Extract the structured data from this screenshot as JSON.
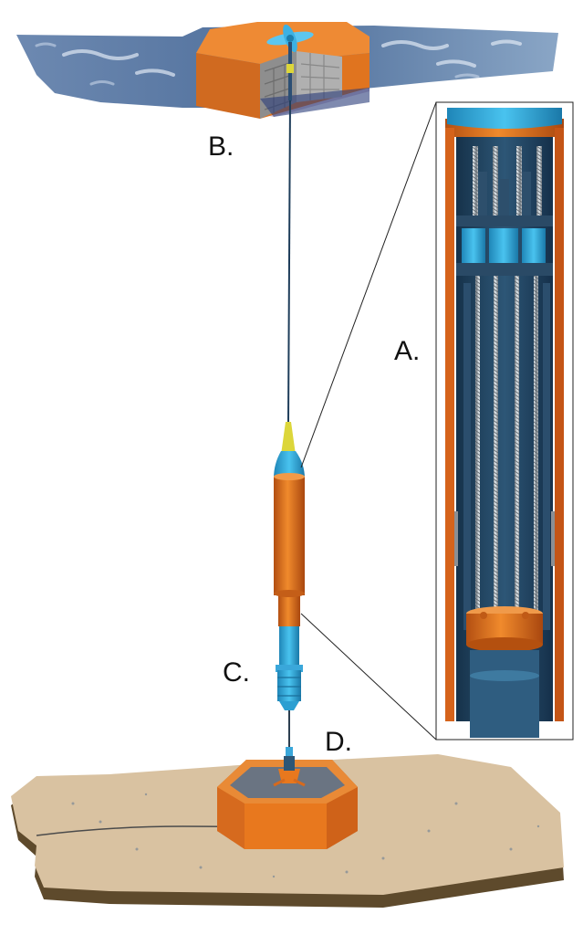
{
  "labels": {
    "a": "A.",
    "b": "B.",
    "c": "C.",
    "d": "D."
  },
  "colors": {
    "orange": "#e8781e",
    "orange_dark": "#b8561a",
    "light_blue": "#2fb1e2",
    "navy": "#20405a",
    "water": "#5f7fa8",
    "sand": "#d9c2a1",
    "soil": "#6b5535",
    "tether": "#1e3d5a",
    "yellow": "#dcd63a"
  },
  "icons": {
    "buoy": "surface-buoy-icon",
    "turbine": "turbine-icon",
    "vehicle": "cylinder-vehicle-icon",
    "connector": "connector-icon",
    "base": "hexagonal-base-icon",
    "detail": "cutaway-detail-icon"
  }
}
